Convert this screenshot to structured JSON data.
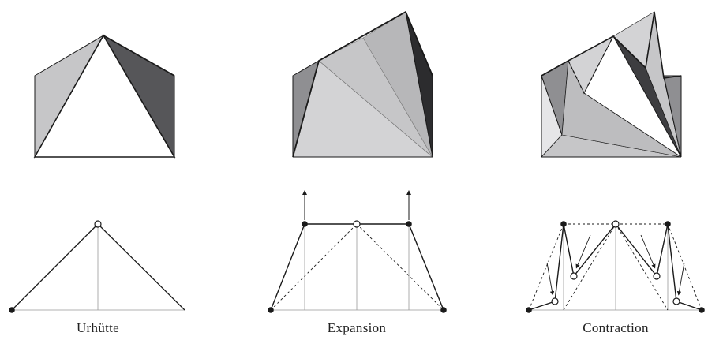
{
  "captions": {
    "urhutte": "Urhütte",
    "expansion": "Expansion",
    "contraction": "Contraction"
  },
  "colors": {
    "line": "#1a1a1a",
    "light_gray": "#c6c6c8",
    "lighter_gray": "#d3d3d5",
    "mid_gray": "#8f8f92",
    "dark_gray": "#565659",
    "darkest": "#2c2c2e",
    "pale": "#e6e6e8"
  }
}
